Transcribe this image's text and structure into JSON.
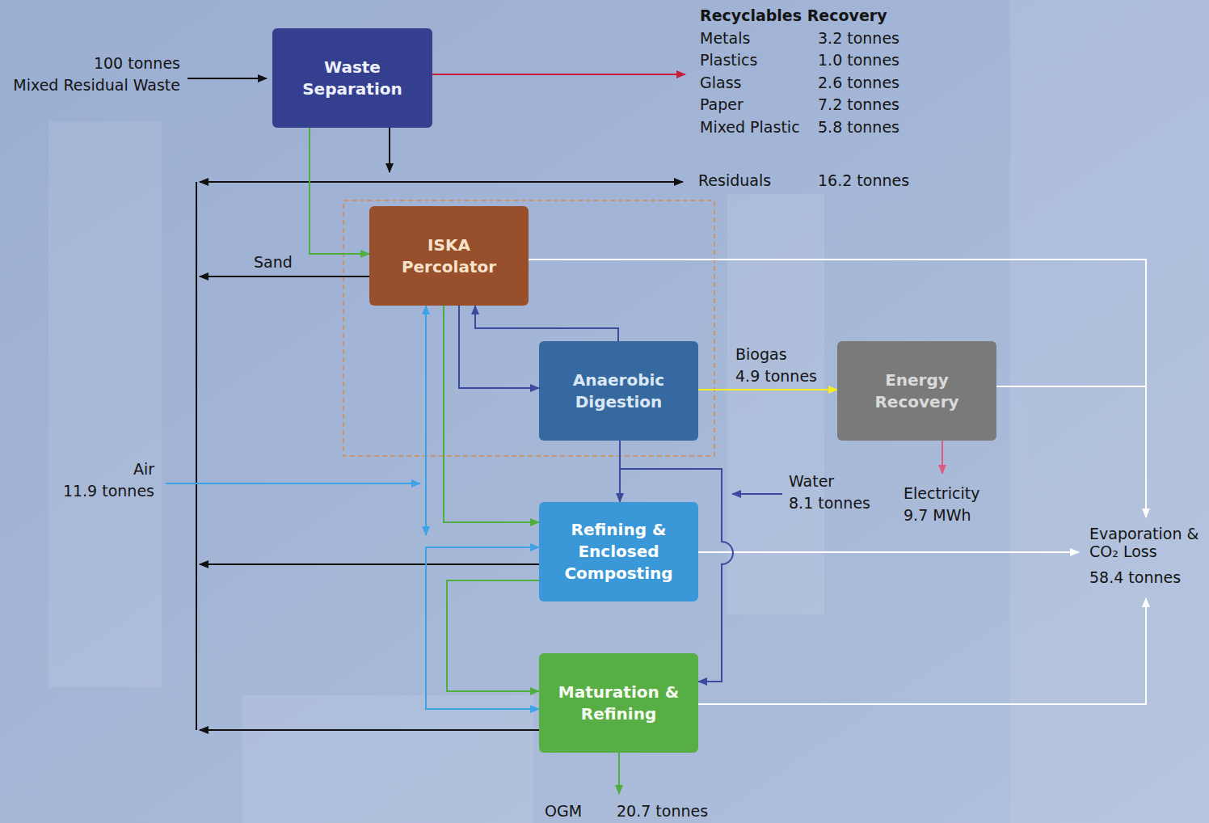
{
  "diagram": {
    "nodes": [
      {
        "text": [
          "Waste Separation"
        ]
      },
      {
        "text": [
          "ISKA Percolator"
        ]
      },
      {
        "text": [
          "Anaerobic Digestion"
        ]
      },
      {
        "text": [
          "Energy Recovery"
        ]
      },
      {
        "text": [
          "Refining & Enclosed Composting"
        ]
      },
      {
        "text": [
          "Maturation & Refining"
        ]
      }
    ],
    "edges": [
      {
        "from": 0,
        "to": 1,
        "arrow": "to"
      },
      {
        "from": 1,
        "to": 2,
        "arrow": "to"
      },
      {
        "from": 2,
        "to": 1,
        "arrow": "to"
      },
      {
        "from": 2,
        "to": 3,
        "arrow": "to",
        "label": "Biogas"
      },
      {
        "from": 1,
        "to": 4,
        "arrow": "to"
      },
      {
        "from": 2,
        "to": 4,
        "arrow": "to"
      },
      {
        "from": 2,
        "to": 5,
        "arrow": "to"
      },
      {
        "from": 4,
        "to": 5,
        "arrow": "to"
      },
      {
        "from": 4,
        "to": 5,
        "arrow": "both"
      }
    ],
    "labels": [
      "100 tonnes",
      "Mixed Residual Waste",
      "Recyclables Recovery",
      "Metals",
      "3.2 tonnes",
      "Plastics",
      "1.0 tonnes",
      "Glass",
      "2.6 tonnes",
      "Paper",
      "7.2 tonnes",
      "Mixed Plastic",
      "5.8 tonnes",
      "Residuals",
      "16.2 tonnes",
      "Sand",
      "4.9 tonnes",
      "Air",
      "11.9 tonnes",
      "Water",
      "8.1 tonnes",
      "Electricity",
      "9.7 MWh",
      "Evaporation & CO₂ Loss",
      "58.4 tonnes",
      "OGM",
      "20.7 tonnes"
    ]
  }
}
